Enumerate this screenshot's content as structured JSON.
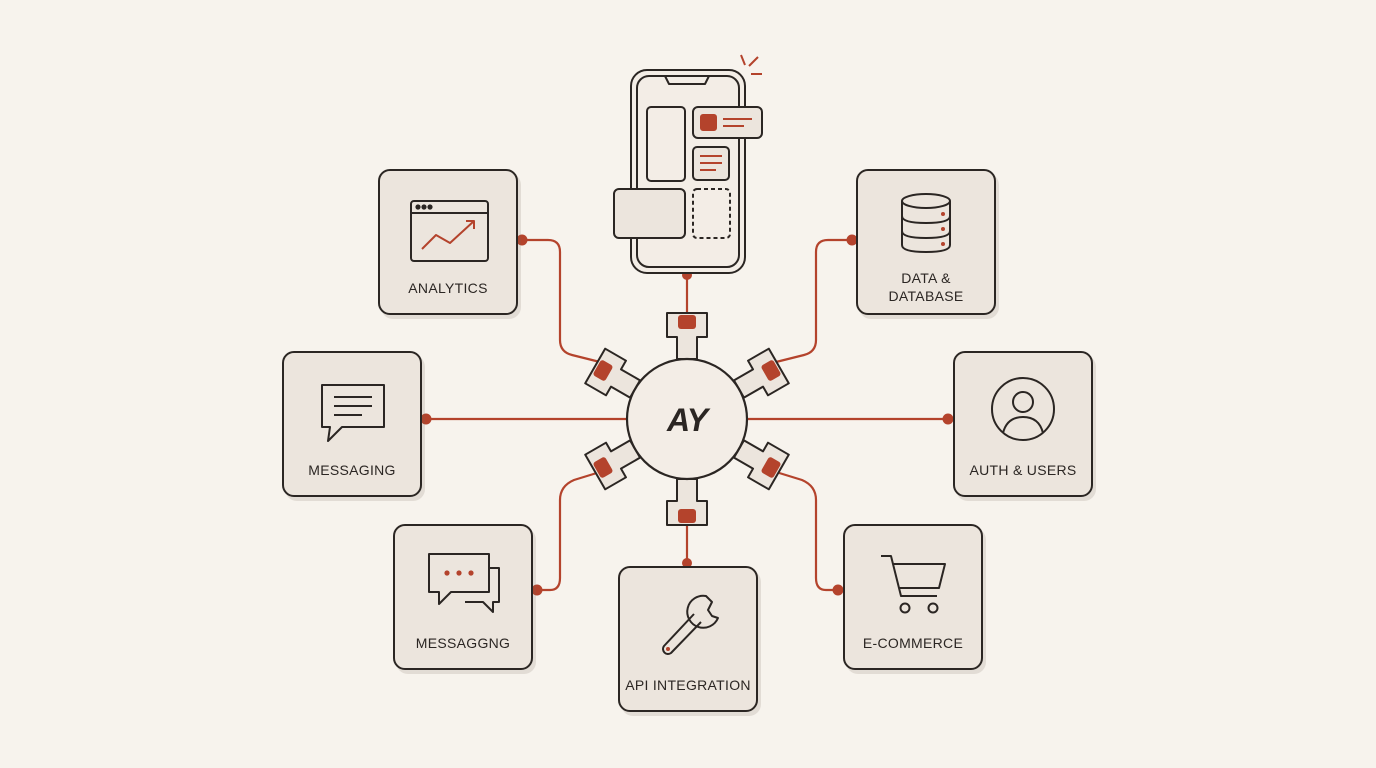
{
  "hub": {
    "logo_text": "AY"
  },
  "modules": [
    {
      "id": "analytics",
      "label": "ANALYTICS",
      "icon": "line-chart-browser-icon"
    },
    {
      "id": "data",
      "label_line1": "DATA &",
      "label_line2": "DATABASE",
      "icon": "database-icon"
    },
    {
      "id": "messaging",
      "label": "MESSAGING",
      "icon": "message-bubble-icon"
    },
    {
      "id": "auth",
      "label": "AUTH & USERS",
      "icon": "user-profile-icon"
    },
    {
      "id": "messaging2",
      "label": "MESSAGGNG",
      "icon": "chat-bubbles-icon"
    },
    {
      "id": "api",
      "label": "API INTEGRATION",
      "icon": "wrench-icon"
    },
    {
      "id": "ecommerce",
      "label": "E-COMMERCE",
      "icon": "shopping-cart-icon"
    }
  ],
  "top_device": {
    "icon": "smartphone-app-layout-icon"
  },
  "colors": {
    "background": "#f7f3ed",
    "card_fill": "#ece5dd",
    "outline": "#2b2623",
    "accent": "#b4432c"
  }
}
